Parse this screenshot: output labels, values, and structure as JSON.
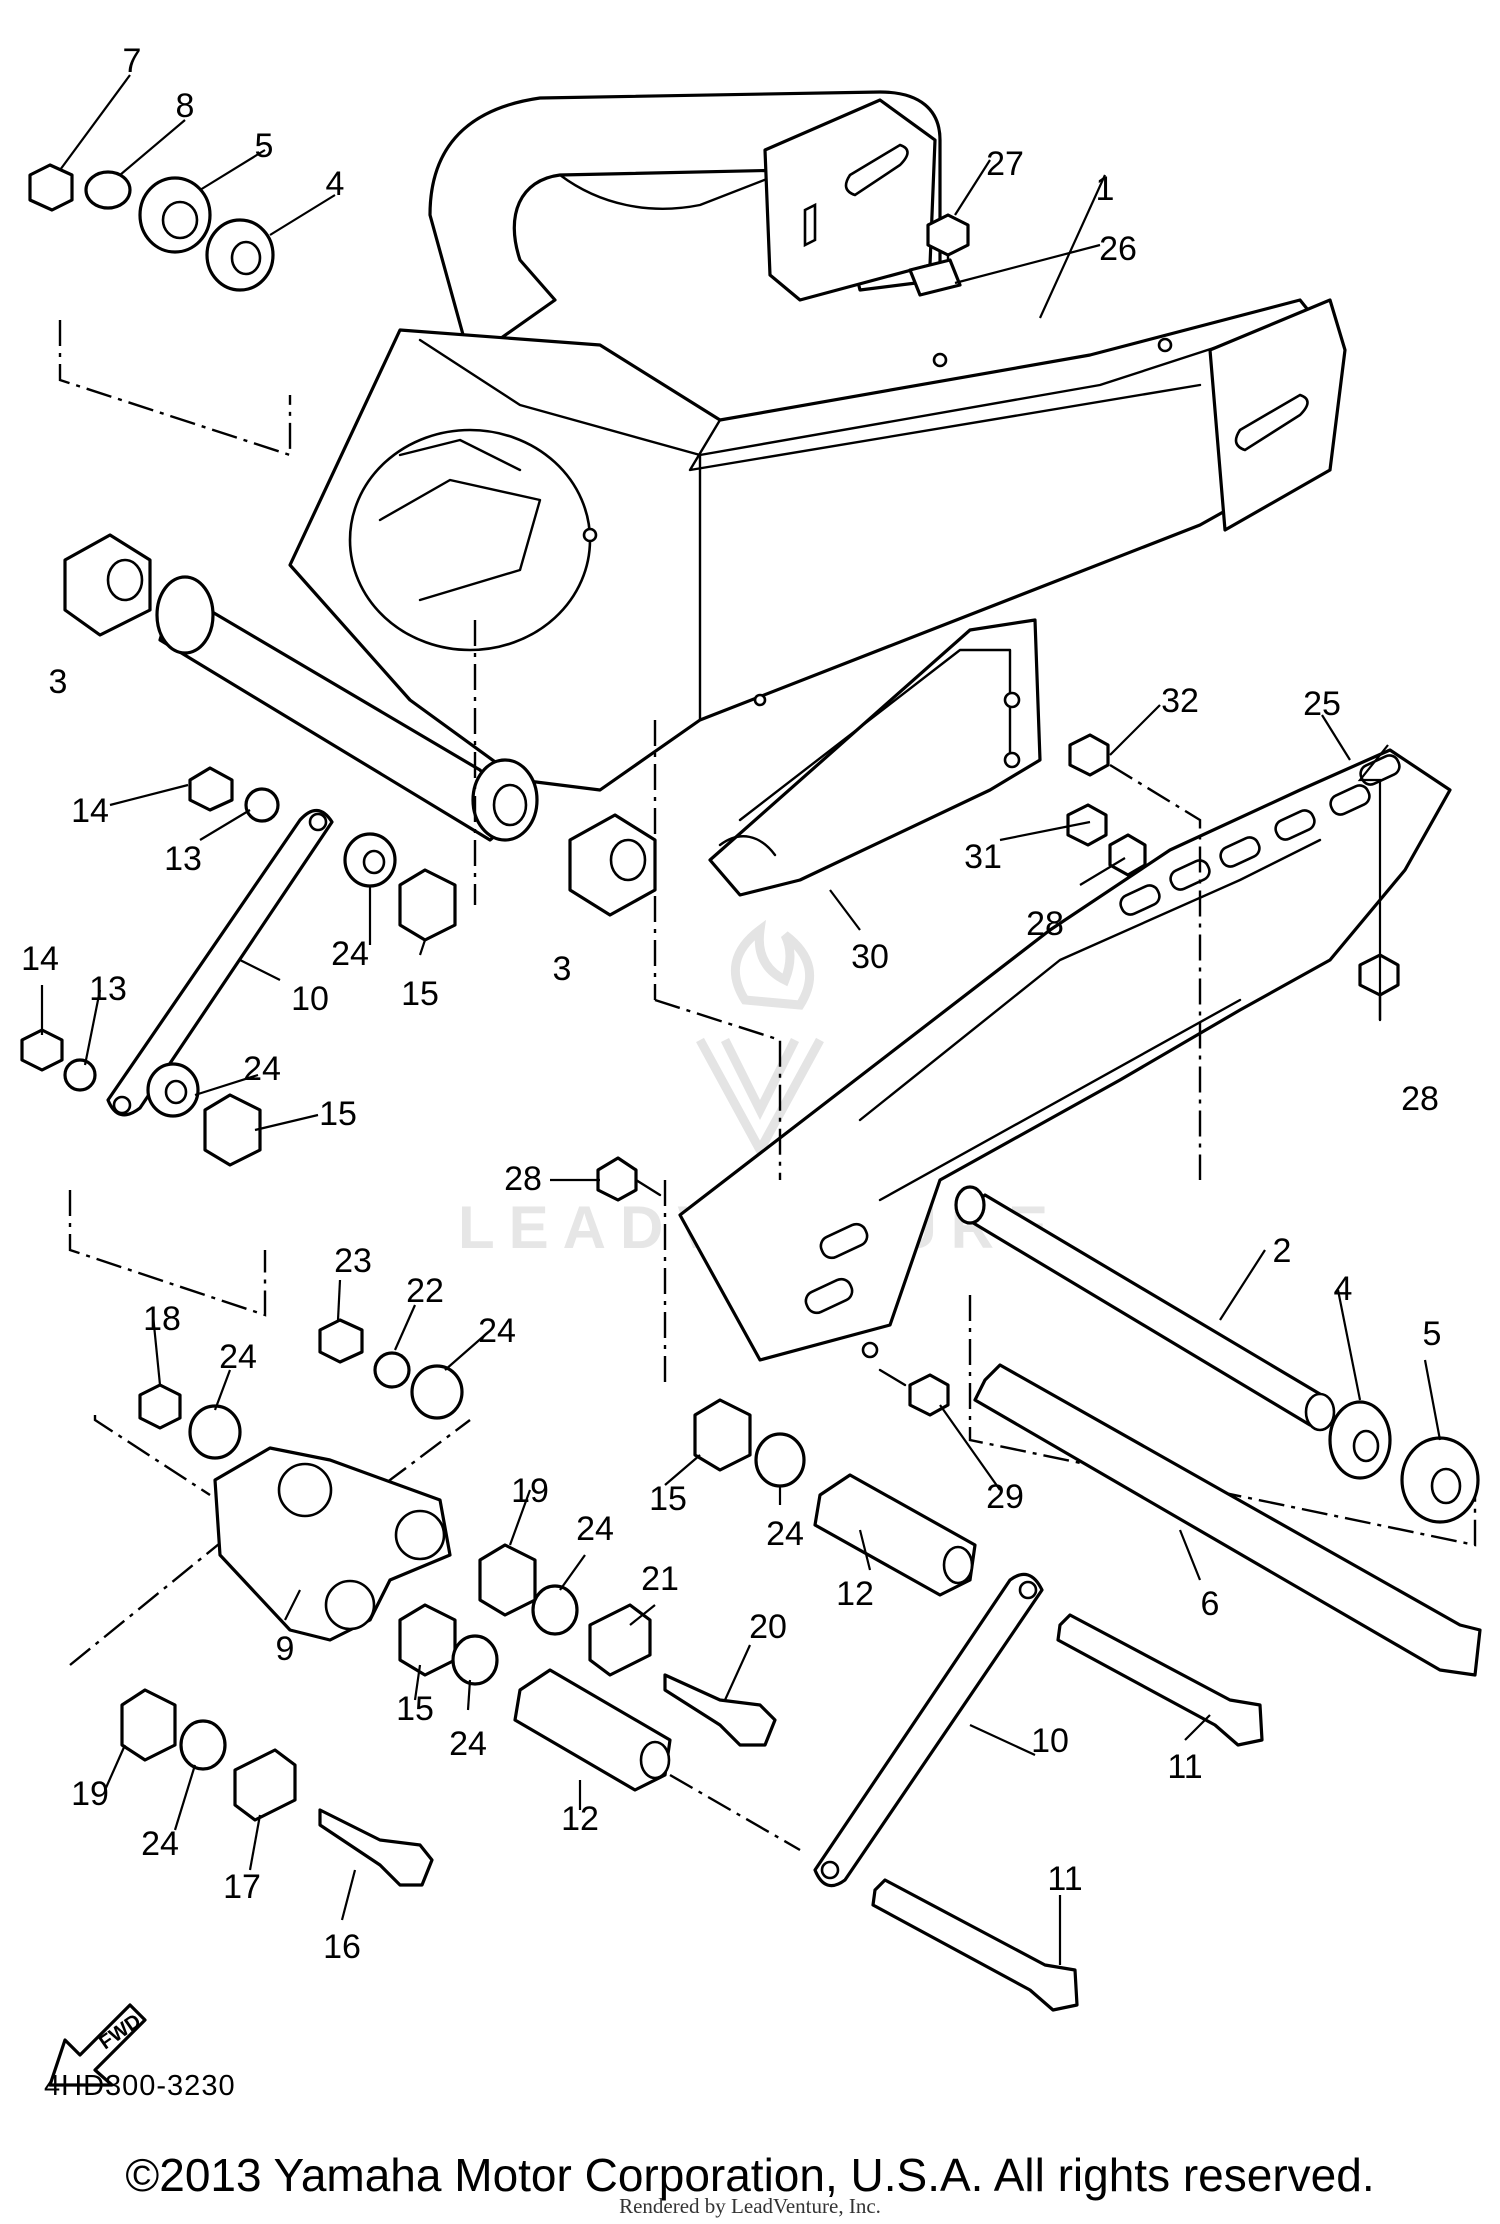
{
  "diagram": {
    "code": "4HD300-3230",
    "copyright": "©2013 Yamaha Motor Corporation, U.S.A. All rights reserved.",
    "render_credit": "Rendered by LeadVenture, Inc.",
    "watermark": "LEADVENTURE",
    "fwd_label": "FWD",
    "callouts": [
      "1",
      "2",
      "3",
      "3",
      "4",
      "4",
      "5",
      "5",
      "6",
      "7",
      "8",
      "9",
      "10",
      "10",
      "11",
      "11",
      "12",
      "12",
      "13",
      "13",
      "14",
      "14",
      "15",
      "15",
      "15",
      "15",
      "16",
      "17",
      "18",
      "19",
      "19",
      "20",
      "21",
      "22",
      "23",
      "24",
      "24",
      "24",
      "24",
      "24",
      "24",
      "24",
      "24",
      "25",
      "26",
      "27",
      "28",
      "28",
      "28",
      "29",
      "30",
      "31",
      "32"
    ]
  }
}
